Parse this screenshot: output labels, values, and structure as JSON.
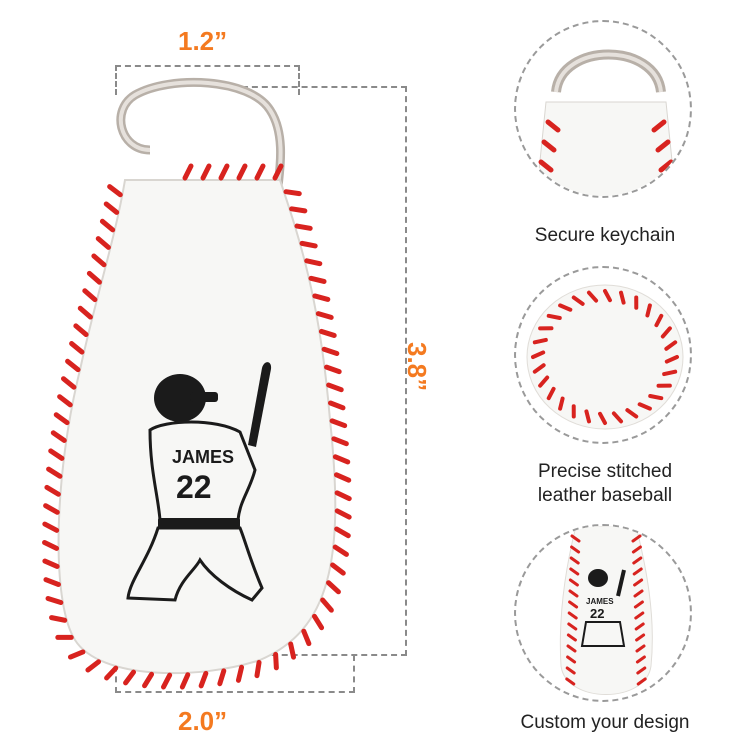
{
  "dimensions": {
    "width_label": "1.2”",
    "height_label": "3.8”",
    "bottom_label": "2.0”"
  },
  "product": {
    "name_text": "JAMES",
    "number_text": "22",
    "stitch_color": "#d8231f",
    "leather_color": "#f7f7f5",
    "ring_color": "#c9c2bb"
  },
  "features": [
    {
      "lines": [
        "Secure keychain"
      ]
    },
    {
      "lines": [
        "Precise stitched",
        "leather baseball"
      ]
    },
    {
      "lines": [
        "Custom your design"
      ]
    }
  ],
  "colors": {
    "accent": "#f47a20",
    "dash": "#8a8a8a"
  }
}
